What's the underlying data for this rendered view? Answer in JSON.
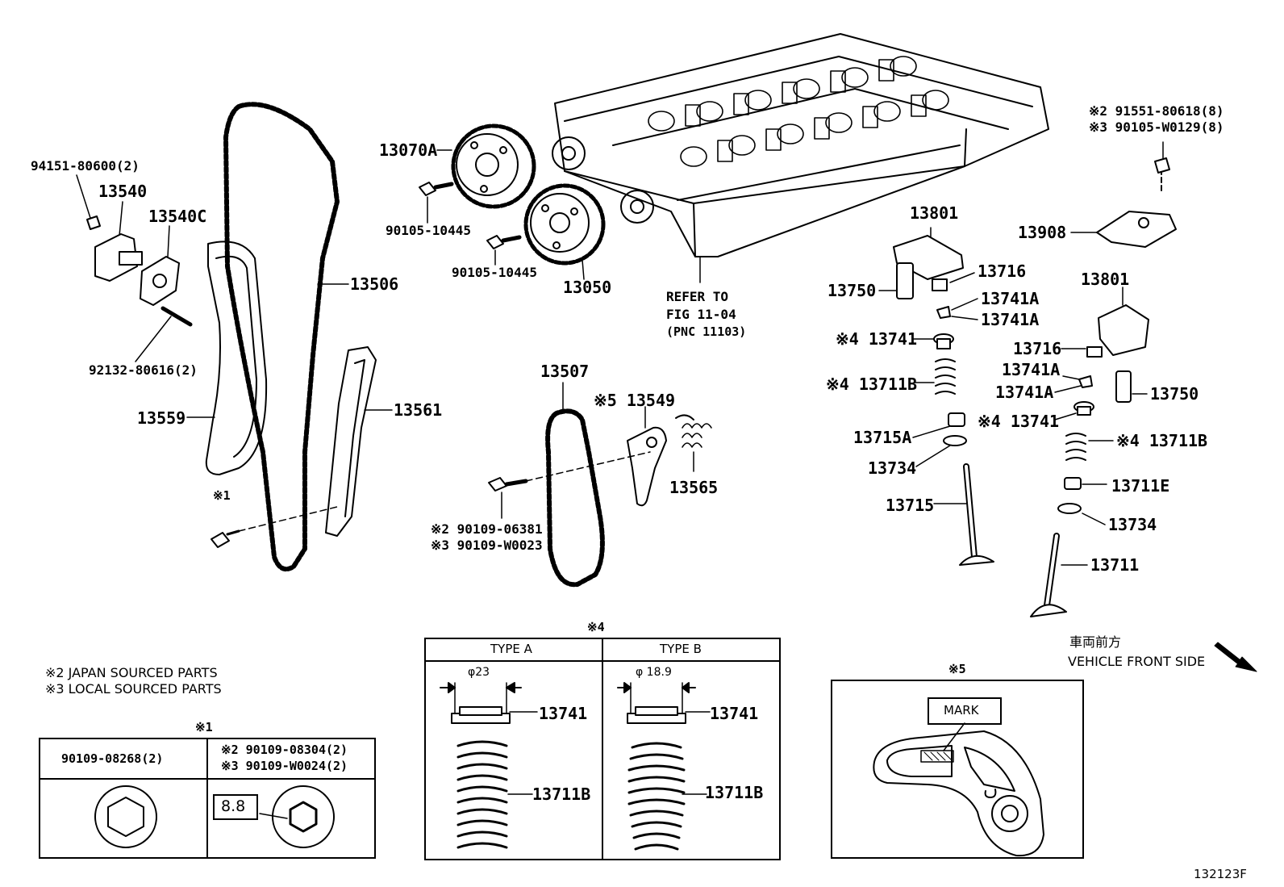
{
  "labels": {
    "p94151": "94151-80600(2)",
    "p13540": "13540",
    "p13540c": "13540C",
    "p92132": "92132-80616(2)",
    "p13559": "13559",
    "p13506": "13506",
    "p13561": "13561",
    "p13070a": "13070A",
    "p90105a": "90105-10445",
    "p90105b": "90105-10445",
    "p13050": "13050",
    "refer1": "REFER TO",
    "refer2": "FIG 11-04",
    "refer3": "(PNC 11103)",
    "p13507": "13507",
    "p13549": "※5 13549",
    "p13565": "13565",
    "p90109a": "※2 90109-06381",
    "p90109b": "※3 90109-W0023",
    "mark1": "※1",
    "p13801a": "13801",
    "p13716a": "13716",
    "p13750a": "13750",
    "p13741a1": "13741A",
    "p13741a2": "13741A",
    "p13741": "※4 13741",
    "p13711b": "※4 13711B",
    "p13715a": "13715A",
    "p13734a": "13734",
    "p13715": "13715",
    "p91551": "※2 91551-80618(8)",
    "p90105w": "※3 90105-W0129(8)",
    "p13908": "13908",
    "p13801b": "13801",
    "p13716b": "13716",
    "p13741a3": "13741A",
    "p13741a4": "13741A",
    "p13750b": "13750",
    "p13741b": "※4 13741",
    "p13711b2": "※4 13711B",
    "p13711e": "13711E",
    "p13734b": "13734",
    "p13711": "13711"
  },
  "notes": {
    "japan": "※2  JAPAN SOURCED PARTS",
    "local": "※3  LOCAL SOURCED PARTS"
  },
  "note1_box": {
    "title": "※1",
    "left_part": "90109-08268(2)",
    "right_part_a": "※2 90109-08304(2)",
    "right_part_b": "※3 90109-W0024(2)",
    "grade": "8.8"
  },
  "note4_box": {
    "title": "※4",
    "type_a": "TYPE A",
    "type_b": "TYPE B",
    "dia_a": "φ23",
    "dia_b": "φ 18.9",
    "seat_a": "13741",
    "seat_b": "13741",
    "spring_a": "13711B",
    "spring_b": "13711B"
  },
  "note5_box": {
    "title": "※5",
    "mark": "MARK"
  },
  "front": {
    "jp": "車両前方",
    "en": "VEHICLE FRONT SIDE"
  },
  "fig_code": "132123F"
}
